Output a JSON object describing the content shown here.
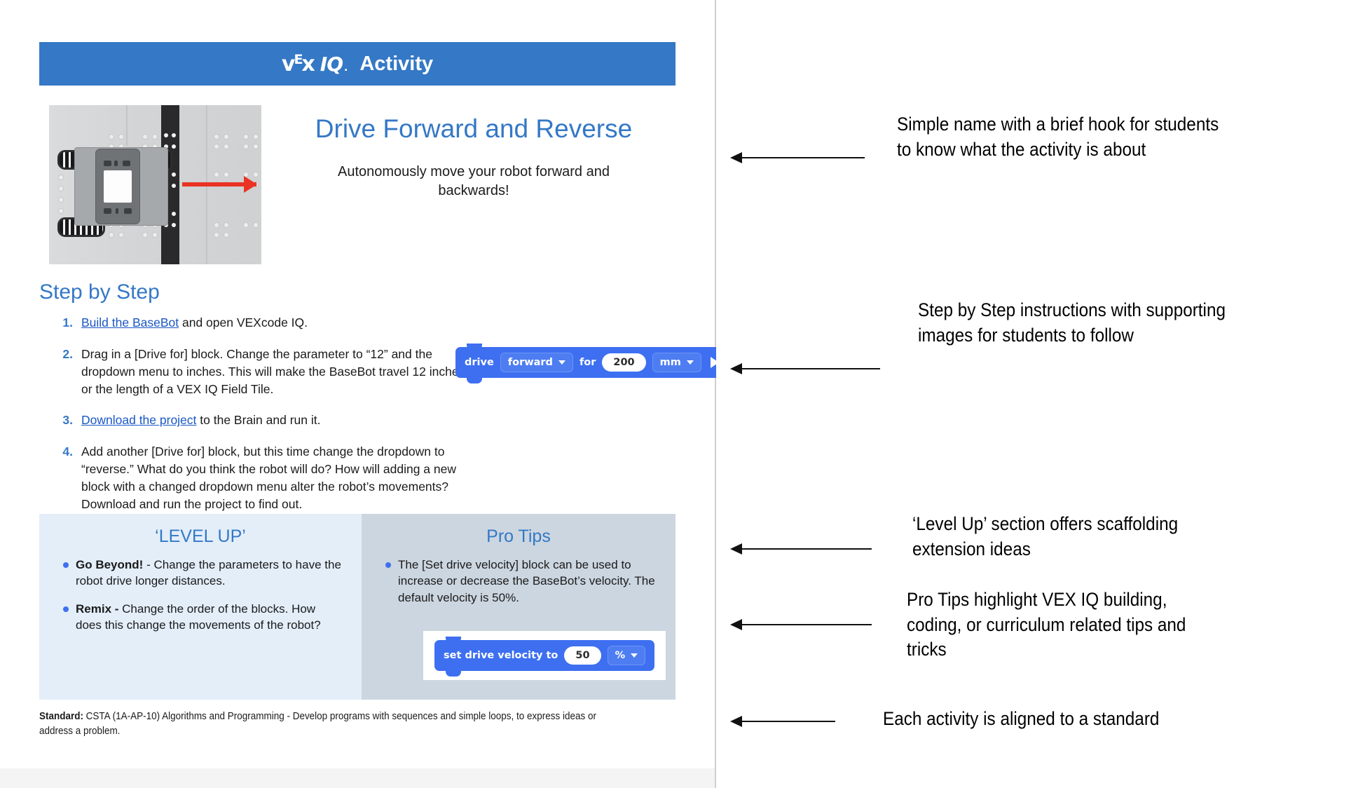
{
  "document": {
    "header": {
      "logo_text": "VEX IQ",
      "logo_v": "v",
      "logo_e": "E",
      "logo_x": "x",
      "logo_iq": "IQ",
      "title": "Activity",
      "bar_color": "#3478c6"
    },
    "hero": {
      "title": "Drive Forward and Reverse",
      "subtitle": "Autonomously move your robot forward and backwards!",
      "image_alt": "VEX IQ BaseBot on field tile with red forward arrow",
      "title_color": "#3478c6"
    },
    "step_by_step": {
      "heading": "Step by Step",
      "steps": [
        {
          "number": "1.",
          "link": "Build the BaseBot",
          "text": " and open VEXcode IQ."
        },
        {
          "number": "2.",
          "link": "",
          "text": "Drag in a [Drive for] block. Change the parameter to “12” and the dropdown menu to inches. This will make the BaseBot travel 12 inches, or the length of a VEX IQ Field Tile."
        },
        {
          "number": "3.",
          "link": "Download the project",
          "text": " to the Brain and run it."
        },
        {
          "number": "4.",
          "link": "",
          "text": "Add another [Drive for] block, but this time change the dropdown to “reverse.” What do you think the robot will do? How will adding a new block with a changed dropdown menu alter the robot’s movements? Download and run the project to find out."
        }
      ]
    },
    "drive_block": {
      "label_1": "drive",
      "dropdown_1": "forward",
      "label_2": "for",
      "value": "200",
      "dropdown_2": "mm",
      "run_icon": "play-icon",
      "block_color": "#3d6ff0"
    },
    "velocity_block": {
      "label_1": "set drive velocity to",
      "value": "50",
      "dropdown_1": "%",
      "block_color": "#3d6ff0"
    },
    "level_up": {
      "title": "‘LEVEL UP’",
      "bg_color": "#e3eef9",
      "tips": [
        {
          "bold": "Go Beyond!",
          "text": " - Change the parameters to have the robot drive longer distances."
        },
        {
          "bold": "Remix -",
          "text": " Change the order of the blocks. How does this change the movements of the robot?"
        }
      ]
    },
    "pro_tips": {
      "title": "Pro Tips",
      "bg_color": "#ccd6e0",
      "tips": [
        {
          "bold": "",
          "text": "The [Set drive velocity] block can be used to increase or decrease the BaseBot’s velocity. The default velocity is 50%."
        }
      ]
    },
    "standard": {
      "label": "Standard:",
      "text": " CSTA (1A-AP-10) Algorithms and Programming - Develop programs with sequences and simple loops, to express ideas or address a problem."
    }
  },
  "annotations": [
    {
      "id": "annot-title",
      "text": "Simple name with a brief hook for students\nto know what the activity is about"
    },
    {
      "id": "annot-steps",
      "text": "Step by Step instructions with supporting\nimages for students to follow"
    },
    {
      "id": "annot-levelup",
      "text": "‘Level Up’ section offers scaffolding\n extension ideas"
    },
    {
      "id": "annot-protips",
      "text": "Pro Tips highlight VEX IQ building,\ncoding, or curriculum related tips and\ntricks"
    },
    {
      "id": "annot-standard",
      "text": "Each activity is aligned to a standard"
    }
  ]
}
